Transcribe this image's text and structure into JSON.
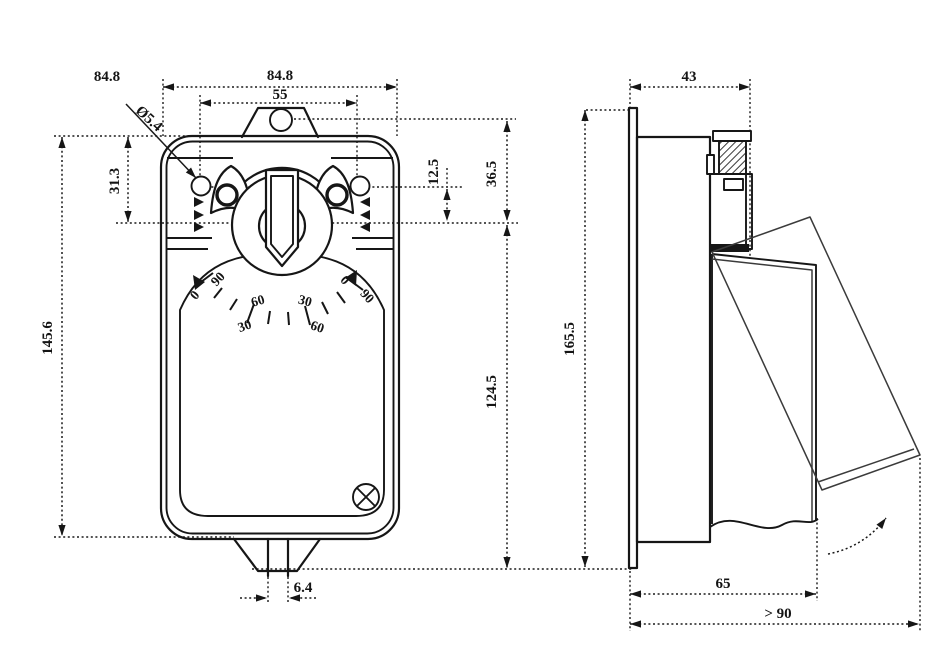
{
  "front_view": {
    "dims": {
      "overall_width_note": "84.8",
      "overall_width": "84.8",
      "shaft_center_width": "55",
      "mount_hole_dia": "Ø5.4",
      "top_to_shaft": "31.3",
      "overall_height": "145.6",
      "hole_to_shaft": "12.5",
      "tab_hole_to_shaft": "36.5",
      "shaft_to_bottom": "124.5",
      "stem_width": "6.4"
    },
    "dial": {
      "inner_scale": [
        "90",
        "60",
        "30",
        "0"
      ],
      "outer_scale": [
        "0",
        "30",
        "60",
        "90"
      ]
    }
  },
  "side_view": {
    "dims": {
      "depth": "43",
      "overall_height": "165.5",
      "blade_offset": "65",
      "swing_clearance": "> 90"
    }
  }
}
